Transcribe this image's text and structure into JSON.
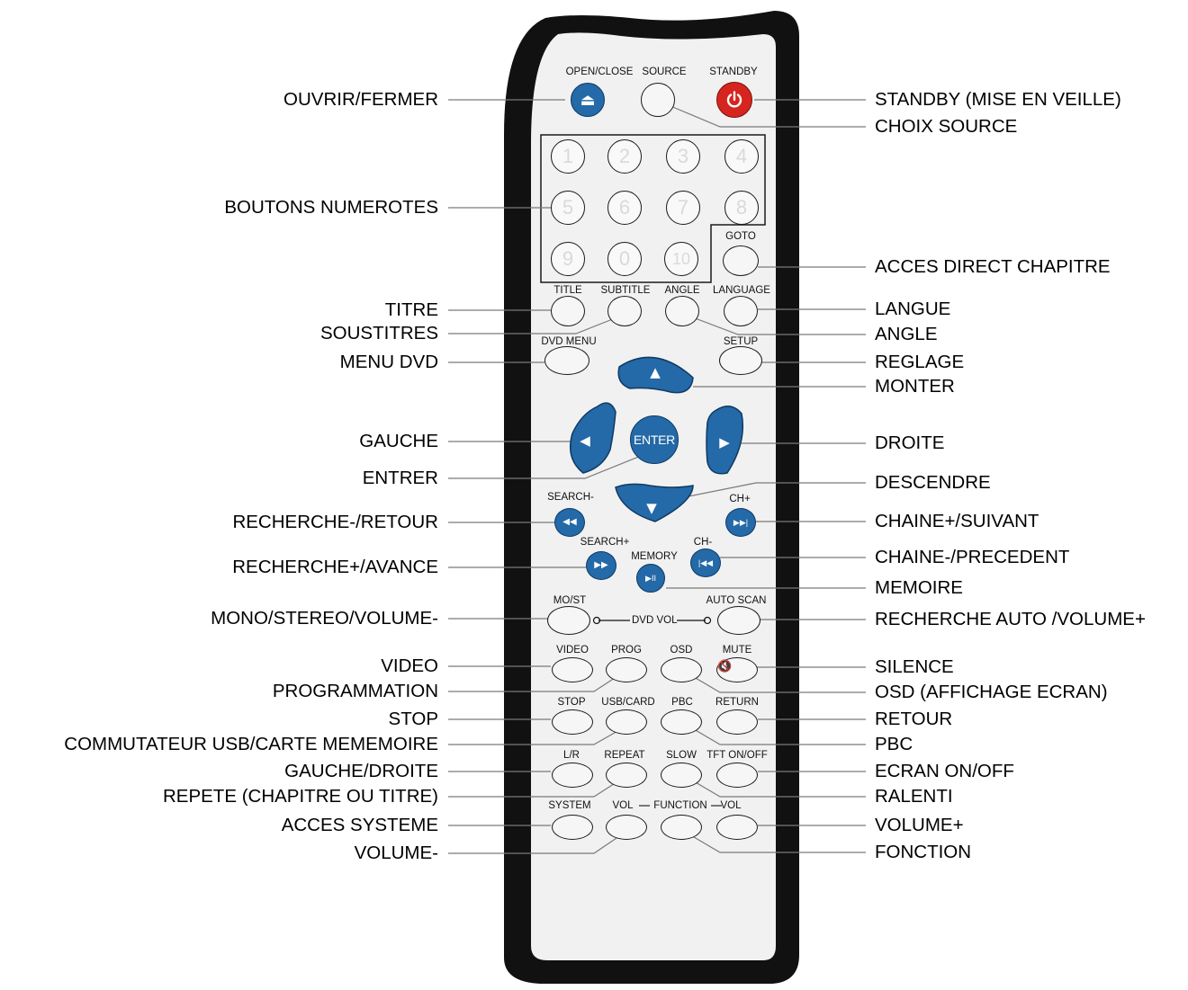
{
  "callouts": {
    "left": [
      {
        "key": "ouvrir",
        "text": "OUVRIR/FERMER"
      },
      {
        "key": "boutons",
        "text": "BOUTONS NUMEROTES"
      },
      {
        "key": "titre",
        "text": "TITRE"
      },
      {
        "key": "soustitres",
        "text": "SOUSTITRES"
      },
      {
        "key": "menudvd",
        "text": "MENU DVD"
      },
      {
        "key": "gauche",
        "text": "GAUCHE"
      },
      {
        "key": "entrer",
        "text": "ENTRER"
      },
      {
        "key": "rechmoins",
        "text": "RECHERCHE-/RETOUR"
      },
      {
        "key": "rechplus",
        "text": "RECHERCHE+/AVANCE"
      },
      {
        "key": "mono",
        "text": "MONO/STEREO/VOLUME-"
      },
      {
        "key": "video",
        "text": "VIDEO"
      },
      {
        "key": "prog",
        "text": "PROGRAMMATION"
      },
      {
        "key": "stop",
        "text": "STOP"
      },
      {
        "key": "usb",
        "text": "COMMUTATEUR USB/CARTE MEMEMOIRE"
      },
      {
        "key": "gd",
        "text": "GAUCHE/DROITE"
      },
      {
        "key": "repete",
        "text": "REPETE (CHAPITRE OU TITRE)"
      },
      {
        "key": "system",
        "text": "ACCES SYSTEME"
      },
      {
        "key": "volmoins",
        "text": "VOLUME-"
      }
    ],
    "right": [
      {
        "key": "standby",
        "text": "STANDBY (MISE EN VEILLE)"
      },
      {
        "key": "source",
        "text": "CHOIX SOURCE"
      },
      {
        "key": "goto",
        "text": "ACCES DIRECT CHAPITRE"
      },
      {
        "key": "langue",
        "text": "LANGUE"
      },
      {
        "key": "angle",
        "text": "ANGLE"
      },
      {
        "key": "reglage",
        "text": "REGLAGE"
      },
      {
        "key": "monter",
        "text": "MONTER"
      },
      {
        "key": "droite",
        "text": "DROITE"
      },
      {
        "key": "descendre",
        "text": "DESCENDRE"
      },
      {
        "key": "chplus",
        "text": "CHAINE+/SUIVANT"
      },
      {
        "key": "chmoins",
        "text": "CHAINE-/PRECEDENT"
      },
      {
        "key": "memoire",
        "text": "MEMOIRE"
      },
      {
        "key": "autoscan",
        "text": "RECHERCHE AUTO /VOLUME+"
      },
      {
        "key": "silence",
        "text": "SILENCE"
      },
      {
        "key": "osd",
        "text": "OSD (AFFICHAGE ECRAN)"
      },
      {
        "key": "retour",
        "text": "RETOUR"
      },
      {
        "key": "pbc",
        "text": "PBC"
      },
      {
        "key": "ecran",
        "text": "ECRAN ON/OFF"
      },
      {
        "key": "ralenti",
        "text": "RALENTI"
      },
      {
        "key": "volplus",
        "text": "VOLUME+"
      },
      {
        "key": "fonction",
        "text": "FONCTION"
      }
    ]
  },
  "remote": {
    "button_labels": {
      "open_close": "OPEN/CLOSE",
      "source": "SOURCE",
      "standby": "STANDBY",
      "goto": "GOTO",
      "title": "TITLE",
      "subtitle": "SUBTITLE",
      "angle": "ANGLE",
      "language": "LANGUAGE",
      "dvd_menu": "DVD MENU",
      "setup": "SETUP",
      "enter": "ENTER",
      "search_minus": "SEARCH-",
      "ch_plus": "CH+",
      "search_plus": "SEARCH+",
      "memory": "MEMORY",
      "ch_minus": "CH-",
      "mo_st": "MO/ST",
      "auto_scan": "AUTO SCAN",
      "dvd_vol": "DVD VOL",
      "video": "VIDEO",
      "prog": "PROG",
      "osd": "OSD",
      "mute": "MUTE",
      "stop": "STOP",
      "usb_card": "USB/CARD",
      "pbc": "PBC",
      "return": "RETURN",
      "lr": "L/R",
      "repeat": "REPEAT",
      "slow": "SLOW",
      "tft": "TFT ON/OFF",
      "system": "SYSTEM",
      "vol_minus": "VOL",
      "function": "FUNCTION",
      "vol_plus": "VOL"
    },
    "digits": [
      "1",
      "2",
      "3",
      "4",
      "5",
      "6",
      "7",
      "8",
      "9",
      "0",
      "10"
    ],
    "icons": {
      "eject": "eject-icon",
      "power": "power-icon",
      "up": "arrow-up-icon",
      "down": "arrow-down-icon",
      "left": "arrow-left-icon",
      "right": "arrow-right-icon",
      "rewind": "rewind-icon",
      "fast_forward": "fast-forward-icon",
      "next": "skip-next-icon",
      "prev": "skip-previous-icon",
      "play_pause": "play-pause-icon",
      "mute": "mute-icon"
    },
    "colors": {
      "blue": "#2469a8",
      "red": "#d6251f",
      "body": "#111111",
      "face": "#f1f1f1"
    }
  }
}
